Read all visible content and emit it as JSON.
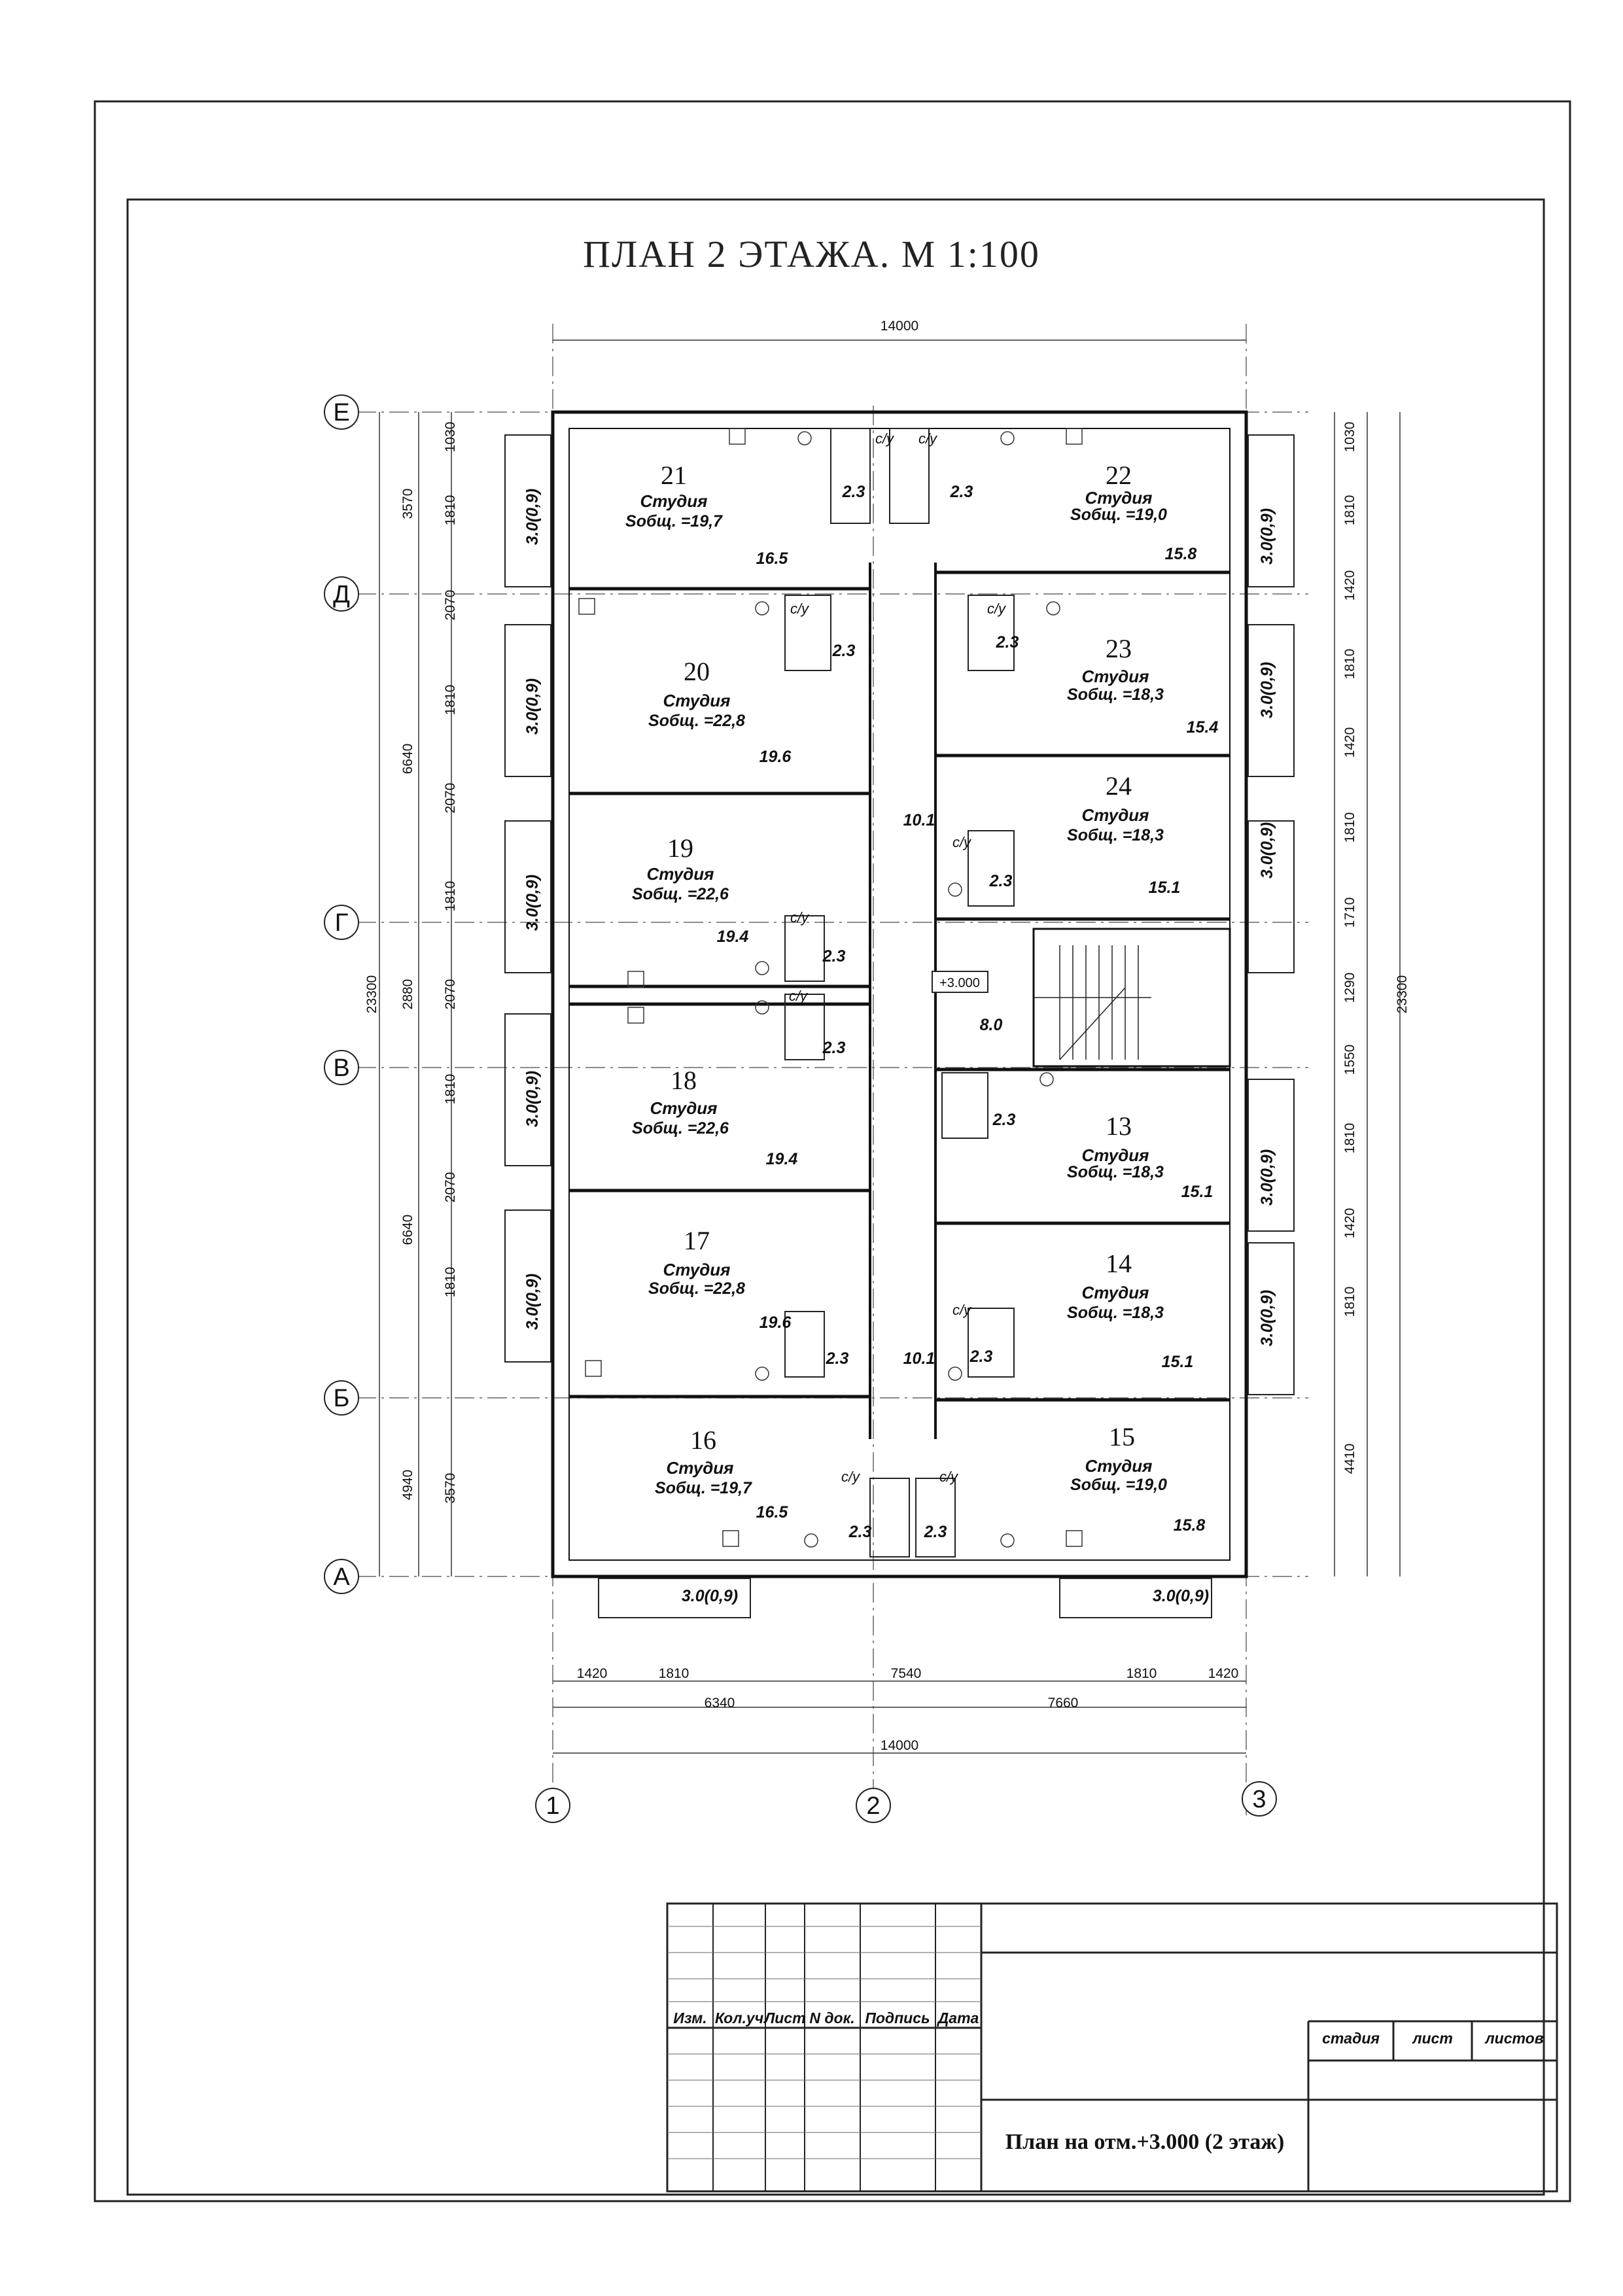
{
  "title": "ПЛАН  2  ЭТАЖА.   М 1:100",
  "overall": {
    "width_top": "14000",
    "width_bottom": "14000",
    "height": "23300",
    "elev": "+3.000",
    "stair_area": "8.0"
  },
  "row_axes": [
    "Е",
    "Д",
    "Г",
    "В",
    "Б",
    "А"
  ],
  "col_axes": [
    "1",
    "2",
    "3"
  ],
  "apartments": [
    {
      "num": "21",
      "type": "Студия",
      "area": "Sобщ. =19,7",
      "living": "16.5",
      "bath": "2.3",
      "balcony": "3.0(0,9)"
    },
    {
      "num": "22",
      "type": "Студия",
      "area": "Sобщ. =19,0",
      "living": "15.8",
      "bath": "2.3",
      "balcony": "3.0(0,9)"
    },
    {
      "num": "20",
      "type": "Студия",
      "area": "Sобщ. =22,8",
      "living": "19.6",
      "bath": "2.3",
      "balcony": "3.0(0,9)"
    },
    {
      "num": "23",
      "type": "Студия",
      "area": "Sобщ. =18,3",
      "living": "15.4",
      "bath": "2.3",
      "balcony": "3.0(0,9)"
    },
    {
      "num": "19",
      "type": "Студия",
      "area": "Sобщ. =22,6",
      "living": "19.4",
      "bath": "2.3",
      "balcony": "3.0(0,9)"
    },
    {
      "num": "24",
      "type": "Студия",
      "area": "Sобщ. =18,3",
      "living": "15.1",
      "bath": "2.3",
      "balcony": "3.0(0,9)"
    },
    {
      "num": "18",
      "type": "Студия",
      "area": "Sобщ. =22,6",
      "living": "19.4",
      "bath": "2.3",
      "balcony": "3.0(0,9)"
    },
    {
      "num": "13",
      "type": "Студия",
      "area": "Sобщ. =18,3",
      "living": "15.1",
      "bath": "2.3",
      "balcony": "3.0(0,9)"
    },
    {
      "num": "17",
      "type": "Студия",
      "area": "Sобщ. =22,8",
      "living": "19.6",
      "bath": "2.3",
      "balcony": "3.0(0,9)"
    },
    {
      "num": "14",
      "type": "Студия",
      "area": "Sобщ. =18,3",
      "living": "15.1",
      "bath": "2.3",
      "balcony": "3.0(0,9)"
    },
    {
      "num": "16",
      "type": "Студия",
      "area": "Sобщ. =19,7",
      "living": "16.5",
      "bath": "2.3",
      "balcony": "3.0(0,9)"
    },
    {
      "num": "15",
      "type": "Студия",
      "area": "Sобщ. =19,0",
      "living": "15.8",
      "bath": "2.3",
      "balcony": "3.0(0,9)"
    }
  ],
  "corridor_areas": [
    "10.1",
    "10.1"
  ],
  "bathroom_label": "с/у",
  "dims_left_outer": [
    "3570",
    "6640",
    "2880",
    "6640",
    "4940"
  ],
  "dims_left_inner": [
    "1030",
    "1810",
    "2070",
    "1810",
    "2070",
    "1810",
    "2070",
    "1810",
    "2070",
    "1810",
    "3570"
  ],
  "dims_right": [
    "1030",
    "1810",
    "1420",
    "1810",
    "1420",
    "1810",
    "1710",
    "1290",
    "1550",
    "1810",
    "1420",
    "1810",
    "4410"
  ],
  "dims_right_total": "23300",
  "dims_left_total": "23300",
  "dims_bottom_row1": [
    "1420",
    "1810",
    "7540",
    "1810",
    "1420"
  ],
  "dims_bottom_row2": [
    "6340",
    "7660"
  ],
  "title_block": {
    "headers": [
      "Изм.",
      "Кол.уч",
      "Лист",
      "N док.",
      "Подпись",
      "Дата"
    ],
    "stage_headers": [
      "стадия",
      "лист",
      "листов"
    ],
    "sheet_name": "План на отм.+3.000 (2 этаж)"
  }
}
